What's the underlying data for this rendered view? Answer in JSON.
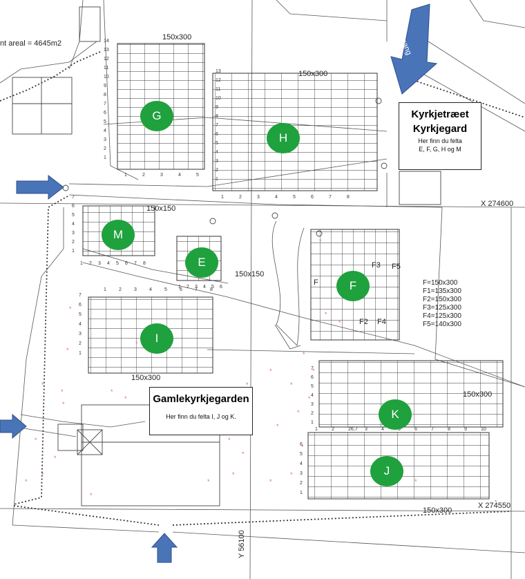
{
  "top_area_label": "nt areal = 4645m2",
  "entrance_label": "Inngang",
  "coords": {
    "x1": "X 274600",
    "x2": "X 274550",
    "y1": "Y 56100"
  },
  "sizes": {
    "g": "150x300",
    "h": "150x300",
    "m": "150x150",
    "e": "150x150",
    "i": "150x300",
    "k": "150x300",
    "j": "150x300"
  },
  "f_specs": [
    "F=150x300",
    "F1=135x300",
    "F2=150x300",
    "F3=125x300",
    "F4=125x300",
    "F5=140x300"
  ],
  "f_sub": {
    "f": "F",
    "f2": "F2",
    "f3": "F3",
    "f4": "F4",
    "f5": "F5"
  },
  "markers": {
    "g": "G",
    "h": "H",
    "m": "M",
    "e": "E",
    "f": "F",
    "i": "I",
    "k": "K",
    "j": "J"
  },
  "box_new": {
    "title1": "Kyrkjetræet",
    "title2": "Kyrkjegard",
    "sub1": "Her finn du felta",
    "sub2": "E, F, G, H og M"
  },
  "box_old": {
    "title": "Gamlekyrkjegarden",
    "sub": "Her finn du felta I, J og K."
  },
  "row_numbers": {
    "g": [
      "14",
      "13",
      "12",
      "11",
      "10",
      "9",
      "8",
      "7",
      "6",
      "5",
      "4",
      "3",
      "2",
      "1"
    ],
    "g_cols": [
      "1",
      "2",
      "3",
      "4",
      "5"
    ],
    "h": [
      "13",
      "12",
      "11",
      "10",
      "9",
      "8",
      "7",
      "6",
      "5",
      "4",
      "3",
      "2",
      "1"
    ],
    "h_cols": [
      "1",
      "2",
      "3",
      "4",
      "5",
      "6",
      "7",
      "8"
    ],
    "m": [
      "7",
      "6",
      "5",
      "4",
      "3",
      "2",
      "1"
    ],
    "m_cols": [
      "1",
      "2",
      "3",
      "4",
      "5",
      "6",
      "7",
      "8"
    ],
    "e_cols": [
      "1",
      "2",
      "3",
      "4",
      "5",
      "6"
    ],
    "i": [
      "7",
      "6",
      "5",
      "4",
      "3",
      "2",
      "1"
    ],
    "i_cols": [
      "1",
      "2",
      "3",
      "4",
      "5",
      "6",
      "7",
      "8"
    ],
    "k": [
      "7",
      "6",
      "5",
      "4",
      "3",
      "2",
      "1"
    ],
    "k_cols": [
      "1",
      "2",
      "26,7",
      "3",
      "4",
      "5",
      "6",
      "7",
      "8",
      "9",
      "10"
    ],
    "j": [
      "6",
      "5",
      "4",
      "3",
      "2",
      "1"
    ]
  }
}
